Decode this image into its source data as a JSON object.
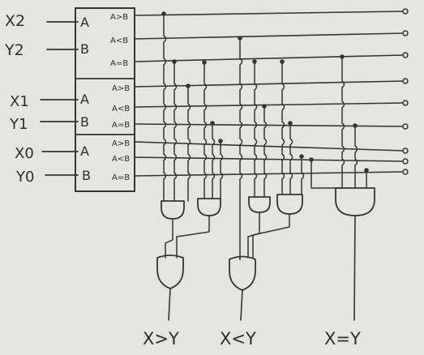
{
  "inputs": [
    "X2",
    "Y2",
    "X1",
    "Y1",
    "X0",
    "Y0"
  ],
  "comparators": [
    {
      "in_a": "A",
      "in_b": "B",
      "outputs": [
        "A>B",
        "A<B",
        "A=B"
      ]
    },
    {
      "in_a": "A",
      "in_b": "B",
      "outputs": [
        "A>B",
        "A<B",
        "A=B"
      ]
    },
    {
      "in_a": "A",
      "in_b": "B",
      "outputs": [
        "A>B",
        "A<B",
        "A=B"
      ]
    }
  ],
  "results": [
    "X>Y",
    "X<Y",
    "X=Y"
  ]
}
